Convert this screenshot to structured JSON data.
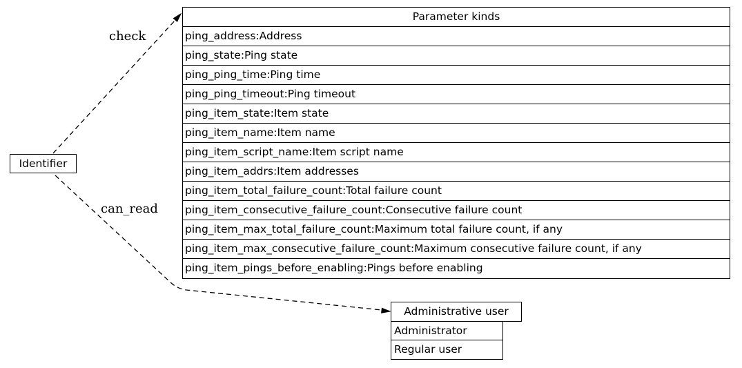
{
  "diagram": {
    "colors": {
      "background": "#ffffff",
      "stroke": "#000000"
    },
    "identifier_node": {
      "label": "Identifier"
    },
    "edges": {
      "check": {
        "label": "check"
      },
      "can_read": {
        "label": "can_read"
      }
    },
    "parameter_table": {
      "title": "Parameter kinds",
      "rows": [
        "ping_address:Address",
        "ping_state:Ping state",
        "ping_ping_time:Ping time",
        "ping_ping_timeout:Ping timeout",
        "ping_item_state:Item state",
        "ping_item_name:Item name",
        "ping_item_script_name:Item script name",
        "ping_item_addrs:Item addresses",
        "ping_item_total_failure_count:Total failure count",
        "ping_item_consecutive_failure_count:Consecutive failure count",
        "ping_item_max_total_failure_count:Maximum total failure count, if any",
        "ping_item_max_consecutive_failure_count:Maximum consecutive failure count, if any",
        "ping_item_pings_before_enabling:Pings before enabling"
      ]
    },
    "user_table": {
      "title": "Administrative user",
      "rows": [
        "Administrator",
        "Regular user"
      ]
    }
  }
}
